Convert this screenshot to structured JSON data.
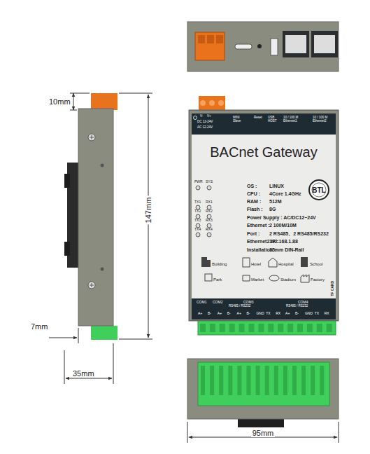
{
  "diagram": {
    "nodes": [
      {
        "text": [
          "BACnet Gateway"
        ]
      }
    ],
    "labels": [
      "10mm",
      "147mm",
      "7mm",
      "35mm",
      "95mm",
      "V-",
      "V+",
      "DC 12-24V",
      "AC 12-24V",
      "MINI Slave",
      "Reset",
      "USB HOST",
      "10 / 100 M Ethernet1",
      "10 / 100 M Ethernet2",
      "OS :",
      "LINUX",
      "CPU :",
      "4Core 1.4GHz",
      "RAM :",
      "512M",
      "Flash :",
      "8G",
      "Power Supply : AC/DC12~24V",
      "Ethernet :",
      "2 100M/10M",
      "Port :",
      "2 RS485、2 RS485/RS232",
      "Ethernet2 IP :",
      "192.168.1.88",
      "Installation :",
      "35mm DIN-Rail",
      "BTL",
      "PWR",
      "SYS",
      "TX1",
      "RX1",
      "TX2",
      "RX2",
      "TX3",
      "RX3",
      "TX4",
      "RX4",
      "Building",
      "Hotel",
      "Hospital",
      "School",
      "Park",
      "Market",
      "Stadium",
      "Factory",
      "TF CARD",
      "COM1",
      "COM2",
      "COM3",
      "RS485 / RS232",
      "COM4",
      "RS485 / RS232",
      "A+",
      "B-",
      "A+",
      "B-",
      "A+",
      "B-",
      "GND",
      "TX",
      "RX",
      "A+",
      "B-",
      "GND",
      "TX",
      "RX"
    ]
  }
}
